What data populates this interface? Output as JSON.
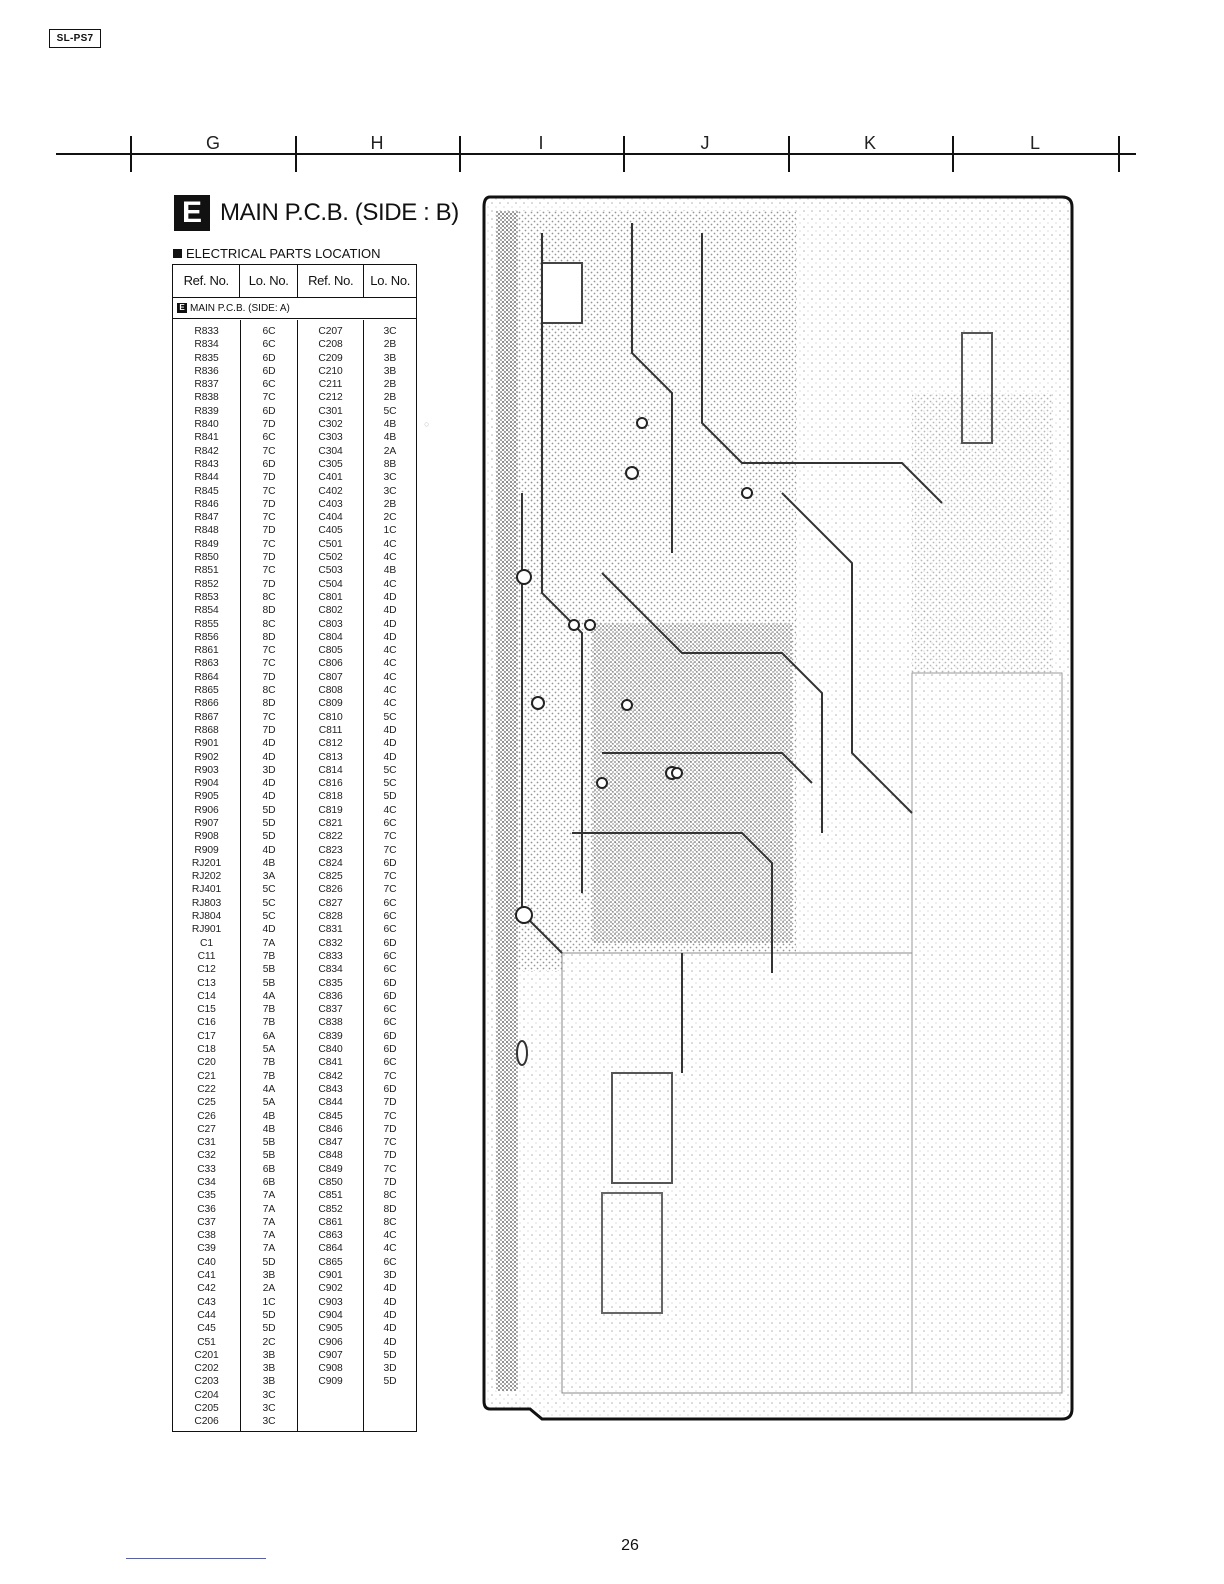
{
  "model_tag": "SL-PS7",
  "grid_labels": [
    "G",
    "H",
    "I",
    "J",
    "K",
    "L"
  ],
  "section": {
    "letter": "E",
    "title": "MAIN P.C.B. (SIDE : B)"
  },
  "subtitle": "ELECTRICAL PARTS LOCATION",
  "table": {
    "headers": [
      "Ref. No.",
      "Lo. No.",
      "Ref. No.",
      "Lo. No."
    ],
    "subheader": "MAIN P.C.B. (SIDE: A)",
    "ref1": [
      "R833",
      "R834",
      "R835",
      "R836",
      "R837",
      "R838",
      "R839",
      "R840",
      "R841",
      "R842",
      "R843",
      "R844",
      "R845",
      "R846",
      "R847",
      "R848",
      "R849",
      "R850",
      "R851",
      "R852",
      "R853",
      "R854",
      "R855",
      "R856",
      "R861",
      "R863",
      "R864",
      "R865",
      "R866",
      "R867",
      "R868",
      "R901",
      "R902",
      "R903",
      "R904",
      "R905",
      "R906",
      "R907",
      "R908",
      "R909",
      "RJ201",
      "RJ202",
      "RJ401",
      "RJ803",
      "RJ804",
      "RJ901",
      "C1",
      "C11",
      "C12",
      "C13",
      "C14",
      "C15",
      "C16",
      "C17",
      "C18",
      "C20",
      "C21",
      "C22",
      "C25",
      "C26",
      "C27",
      "C31",
      "C32",
      "C33",
      "C34",
      "C35",
      "C36",
      "C37",
      "C38",
      "C39",
      "C40",
      "C41",
      "C42",
      "C43",
      "C44",
      "C45",
      "C51",
      "C201",
      "C202",
      "C203",
      "C204",
      "C205",
      "C206"
    ],
    "lo1": [
      "6C",
      "6C",
      "6D",
      "6D",
      "6C",
      "7C",
      "6D",
      "7D",
      "6C",
      "7C",
      "6D",
      "7D",
      "7C",
      "7D",
      "7C",
      "7D",
      "7C",
      "7D",
      "7C",
      "7D",
      "8C",
      "8D",
      "8C",
      "8D",
      "7C",
      "7C",
      "7D",
      "8C",
      "8D",
      "7C",
      "7D",
      "4D",
      "4D",
      "3D",
      "4D",
      "4D",
      "5D",
      "5D",
      "5D",
      "4D",
      "4B",
      "3A",
      "5C",
      "5C",
      "5C",
      "4D",
      "7A",
      "7B",
      "5B",
      "5B",
      "4A",
      "7B",
      "7B",
      "6A",
      "5A",
      "7B",
      "7B",
      "4A",
      "5A",
      "4B",
      "4B",
      "5B",
      "5B",
      "6B",
      "6B",
      "7A",
      "7A",
      "7A",
      "7A",
      "7A",
      "5D",
      "3B",
      "2A",
      "1C",
      "5D",
      "5D",
      "2C",
      "3B",
      "3B",
      "3B",
      "3C",
      "3C",
      "3C"
    ],
    "ref2": [
      "C207",
      "C208",
      "C209",
      "C210",
      "C211",
      "C212",
      "C301",
      "C302",
      "C303",
      "C304",
      "C305",
      "C401",
      "C402",
      "C403",
      "C404",
      "C405",
      "C501",
      "C502",
      "C503",
      "C504",
      "C801",
      "C802",
      "C803",
      "C804",
      "C805",
      "C806",
      "C807",
      "C808",
      "C809",
      "C810",
      "C811",
      "C812",
      "C813",
      "C814",
      "C816",
      "C818",
      "C819",
      "C821",
      "C822",
      "C823",
      "C824",
      "C825",
      "C826",
      "C827",
      "C828",
      "C831",
      "C832",
      "C833",
      "C834",
      "C835",
      "C836",
      "C837",
      "C838",
      "C839",
      "C840",
      "C841",
      "C842",
      "C843",
      "C844",
      "C845",
      "C846",
      "C847",
      "C848",
      "C849",
      "C850",
      "C851",
      "C852",
      "C861",
      "C863",
      "C864",
      "C865",
      "C901",
      "C902",
      "C903",
      "C904",
      "C905",
      "C906",
      "C907",
      "C908",
      "C909"
    ],
    "lo2": [
      "3C",
      "2B",
      "3B",
      "3B",
      "2B",
      "2B",
      "5C",
      "4B",
      "4B",
      "2A",
      "8B",
      "3C",
      "3C",
      "2B",
      "2C",
      "1C",
      "4C",
      "4C",
      "4B",
      "4C",
      "4D",
      "4D",
      "4D",
      "4D",
      "4C",
      "4C",
      "4C",
      "4C",
      "4C",
      "5C",
      "4D",
      "4D",
      "4D",
      "5C",
      "5C",
      "5D",
      "4C",
      "6C",
      "7C",
      "7C",
      "6D",
      "7C",
      "7C",
      "6C",
      "6C",
      "6C",
      "6D",
      "6C",
      "6C",
      "6D",
      "6D",
      "6C",
      "6C",
      "6D",
      "6D",
      "6C",
      "7C",
      "6D",
      "7D",
      "7C",
      "7D",
      "7C",
      "7D",
      "7C",
      "7D",
      "8C",
      "8D",
      "8C",
      "4C",
      "4C",
      "6C",
      "3D",
      "4D",
      "4D",
      "4D",
      "4D",
      "4D",
      "5D",
      "3D",
      "5D"
    ]
  },
  "page_number": "26"
}
